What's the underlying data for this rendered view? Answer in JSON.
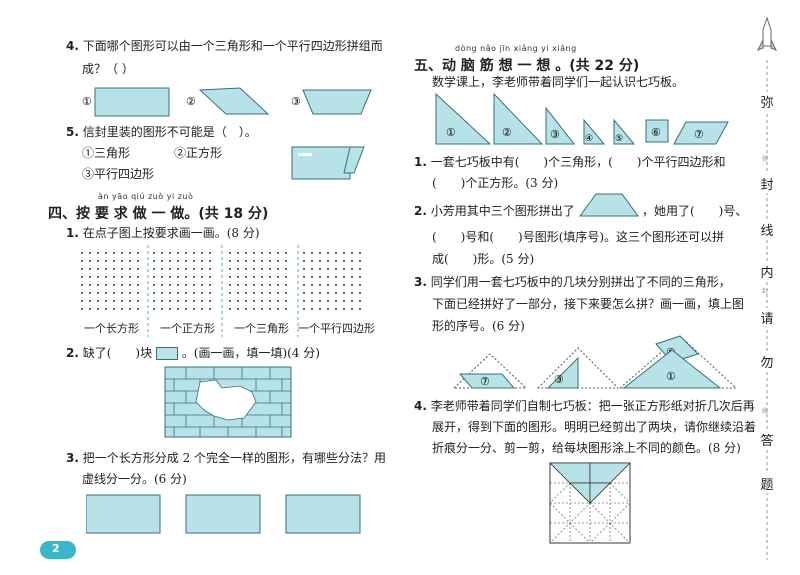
{
  "left": {
    "q4": {
      "num": "4.",
      "text": "下面哪个图形可以由一个三角形和一个平行四边形拼组而",
      "text2": "成？（  ）",
      "opts": [
        "①",
        "②",
        "③"
      ]
    },
    "q5": {
      "num": "5.",
      "text": "信封里装的图形不可能是（　）。",
      "opt1": "①三角形",
      "opt2": "②正方形",
      "opt3": "③平行四边形"
    },
    "sec4": {
      "pinyin": "àn yāo qiú zuò yi zuò",
      "title": "四、按 要 求 做 一 做。(共 18 分)"
    },
    "s4q1": {
      "num": "1.",
      "text": "在点子图上按要求画一画。(8 分)",
      "labels": [
        "一个长方形",
        "一个正方形",
        "一个三角形",
        "一个平行四边形"
      ]
    },
    "s4q2": {
      "num": "2.",
      "text1": "缺了(　　)块",
      "text2": "。(画一画，填一填)(4 分)"
    },
    "s4q3": {
      "num": "3.",
      "text": "把一个长方形分成 2 个完全一样的图形，有哪些分法？用",
      "text2": "虚线分一分。(6 分)"
    }
  },
  "right": {
    "sec5": {
      "pinyin": "dòng nǎo jīn xiǎng yi xiǎng",
      "title": "五、动 脑 筋 想 一 想 。(共 22 分)"
    },
    "intro": "数学课上，李老师带着同学们一起认识七巧板。",
    "tangram_labels": [
      "①",
      "②",
      "③",
      "④",
      "⑤",
      "⑥",
      "⑦"
    ],
    "q1": {
      "num": "1.",
      "text": "一套七巧板中有(　　)个三角形，(　　)个平行四边形和",
      "text2": "(　　)个正方形。(3 分)"
    },
    "q2": {
      "num": "2.",
      "text1": "小芳用其中三个图形拼出了",
      "text2": "，她用了(　　)号、",
      "text3": "(　　)号和(　　)号图形(填序号)。这三个图形还可以拼",
      "text4": "成(　　)形。(5 分)"
    },
    "q3": {
      "num": "3.",
      "text": "同学们用一套七巧板中的几块分别拼出了不同的三角形，",
      "text2": "下面已经拼好了一部分，接下来要怎么拼？画一画，填上图",
      "text3": "形的序号。(6 分)",
      "labels": [
        "⑦",
        "③",
        "⑥",
        "①"
      ]
    },
    "q4": {
      "num": "4.",
      "text": "李老师带着同学们自制七巧板：把一张正方形纸对折几次后再",
      "text2": "展开，得到下面的图形。明明已经剪出了两块，请你继续沿着",
      "text3": "折痕分一分、剪一剪，给每块图形涂上不同的颜色。(8 分)"
    }
  },
  "sidebar": {
    "chars": [
      "弥",
      "封",
      "线",
      "内",
      "请",
      "勿",
      "答",
      "题"
    ],
    "small": [
      "弥",
      "封",
      "线"
    ]
  },
  "page_number": "2"
}
